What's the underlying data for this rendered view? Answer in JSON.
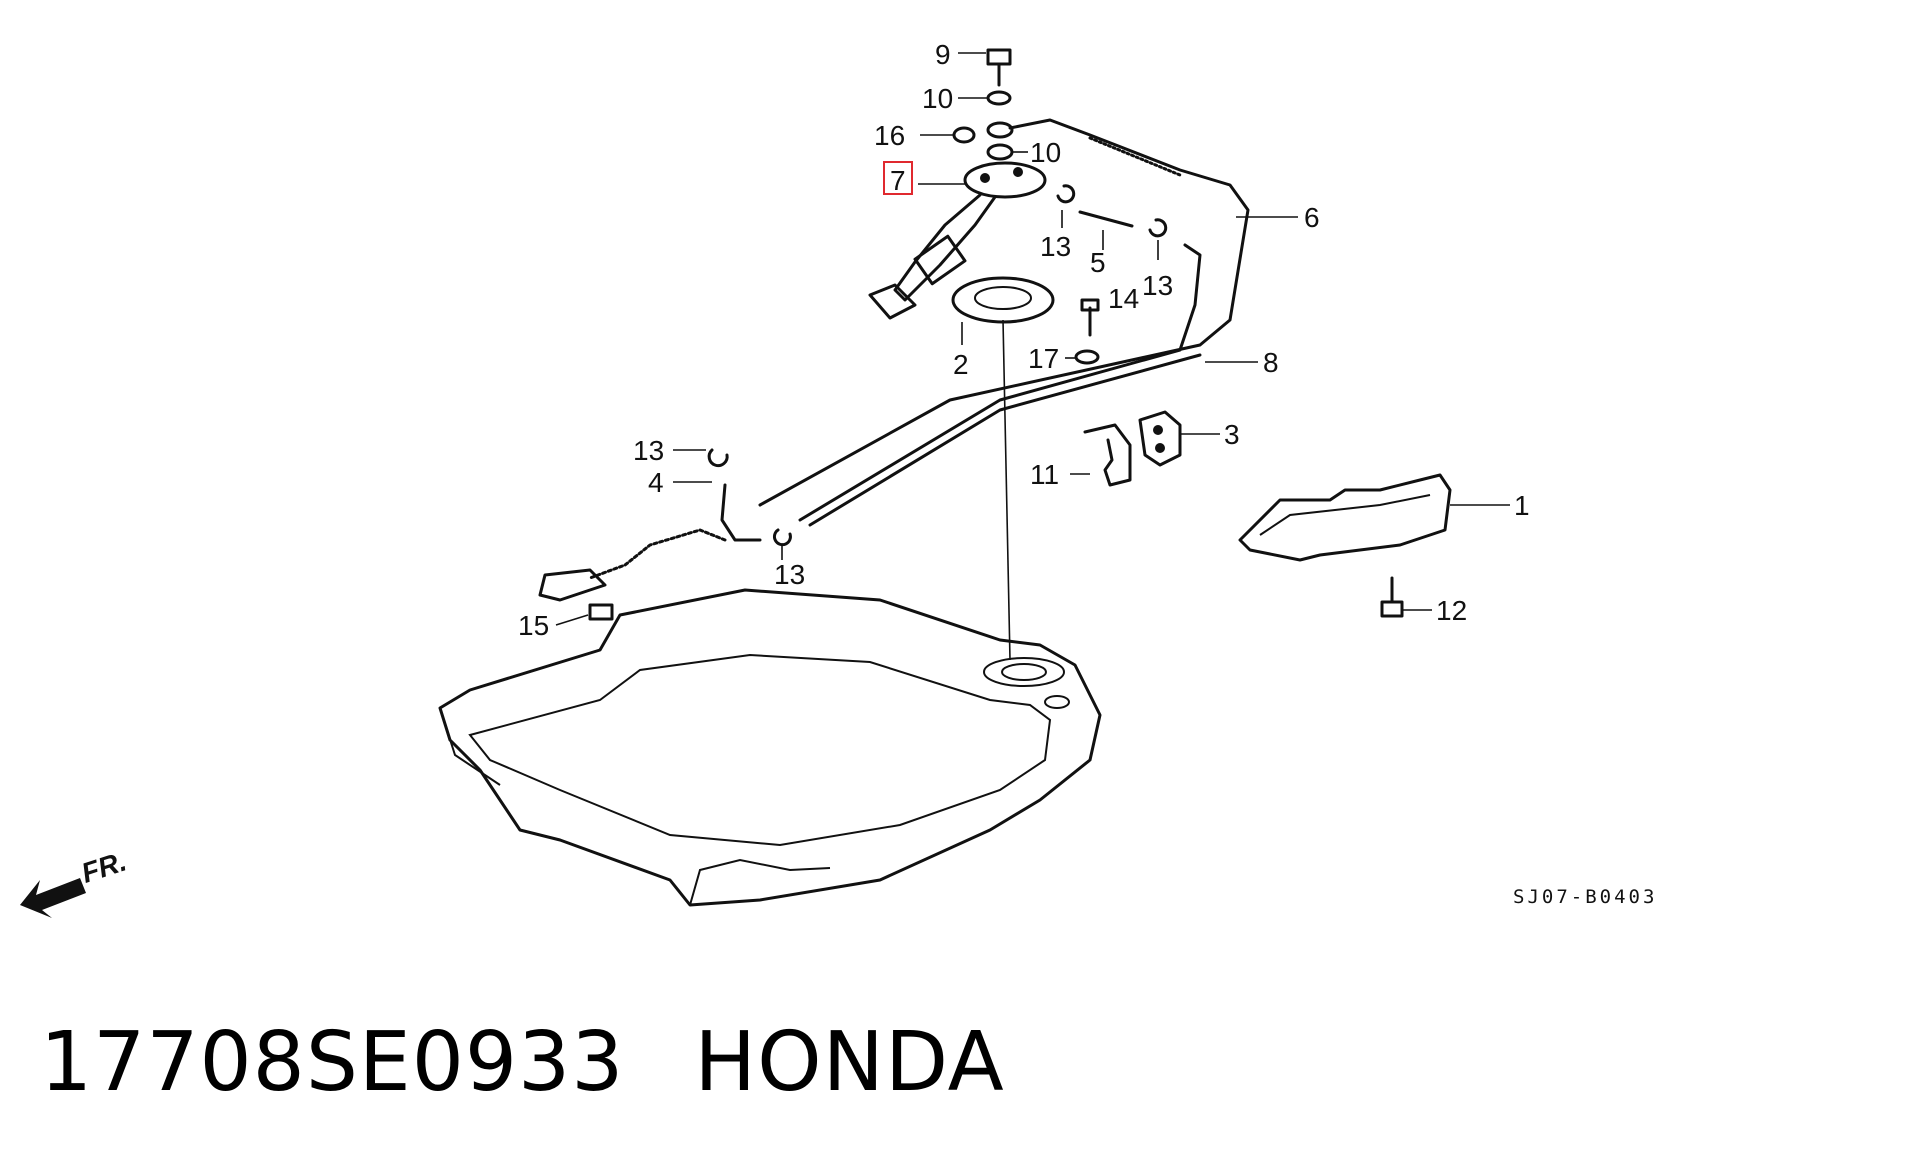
{
  "callouts": {
    "p1": "1",
    "p2": "2",
    "p3": "3",
    "p4": "4",
    "p5": "5",
    "p6": "6",
    "p7": "7",
    "p8": "8",
    "p9": "9",
    "p10a": "10",
    "p10b": "10",
    "p11": "11",
    "p12": "12",
    "p13a": "13",
    "p13b": "13",
    "p13c": "13",
    "p13d": "13",
    "p14": "14",
    "p15": "15",
    "p16": "16",
    "p17": "17"
  },
  "highlighted_part": "7",
  "direction_label": "FR.",
  "drawing_code": "SJ07-B0403",
  "caption": {
    "part_number": "17708SE0933",
    "brand": "HONDA"
  },
  "colors": {
    "ink": "#111111",
    "highlight": "#e0292f",
    "background": "#ffffff"
  }
}
